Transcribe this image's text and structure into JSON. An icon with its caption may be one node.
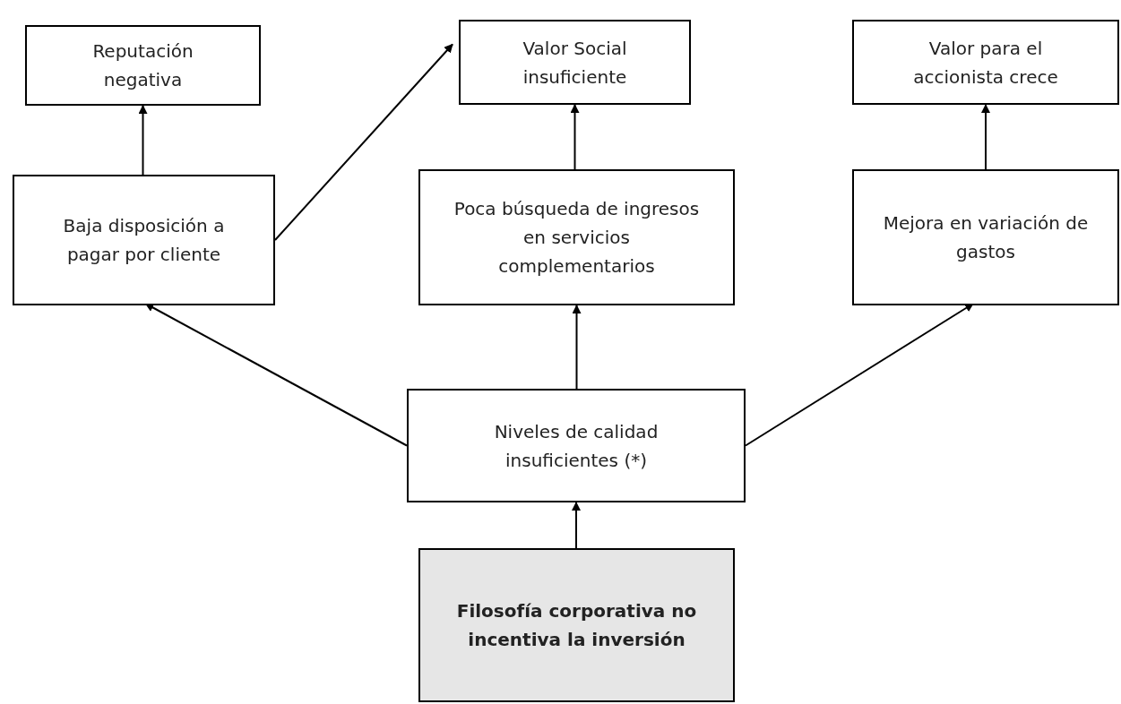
{
  "diagram": {
    "nodes": [
      {
        "text": [
          "Reputación negativa"
        ]
      },
      {
        "text": [
          "Valor Social insuficiente"
        ]
      },
      {
        "text": [
          "Valor para el accionista crece"
        ]
      },
      {
        "text": [
          "Baja disposición a pagar por cliente"
        ]
      },
      {
        "text": [
          "Poca búsqueda de ingresos en servicios complementarios"
        ]
      },
      {
        "text": [
          "Mejora en variación de gastos"
        ]
      },
      {
        "text": [
          "Niveles de calidad insuficientes (*)"
        ]
      },
      {
        "text": [
          "Filosofía corporativa no incentiva la inversión"
        ]
      }
    ],
    "edges": [
      {
        "from": 3,
        "to": 0,
        "arrow": "to"
      },
      {
        "from": 3,
        "to": 1,
        "arrow": "to"
      },
      {
        "from": 4,
        "to": 1,
        "arrow": "to"
      },
      {
        "from": 5,
        "to": 2,
        "arrow": "to"
      },
      {
        "from": 6,
        "to": 3,
        "arrow": "to"
      },
      {
        "from": 6,
        "to": 4,
        "arrow": "to"
      },
      {
        "from": 6,
        "to": 5,
        "arrow": "to"
      },
      {
        "from": 7,
        "to": 6,
        "arrow": "to"
      }
    ]
  }
}
